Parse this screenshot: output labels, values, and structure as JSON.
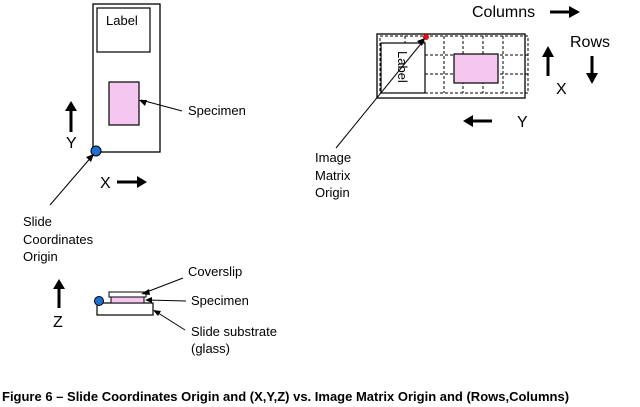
{
  "slide_view": {
    "label_text": "Label",
    "specimen_label": "Specimen",
    "axis_y": "Y",
    "axis_x": "X",
    "origin_label_lines": [
      "Slide",
      "Coordinates",
      "Origin"
    ]
  },
  "cross_section": {
    "axis_z": "Z",
    "coverslip_label": "Coverslip",
    "specimen_label": "Specimen",
    "substrate_label_lines": [
      "Slide substrate",
      "(glass)"
    ]
  },
  "matrix_view": {
    "columns_label": "Columns",
    "rows_label": "Rows",
    "axis_x": "X",
    "axis_y": "Y",
    "rotated_label_text": "Label",
    "origin_label_lines": [
      "Image",
      "Matrix",
      "Origin"
    ]
  },
  "caption": "Figure 6 – Slide Coordinates Origin and (X,Y,Z) vs. Image Matrix Origin and (Rows,Columns)",
  "colors": {
    "specimen_fill": "#f4c6f0",
    "origin_dot_blue": "#1f6fd1",
    "origin_dot_red": "#e01010",
    "outline": "#000000"
  }
}
